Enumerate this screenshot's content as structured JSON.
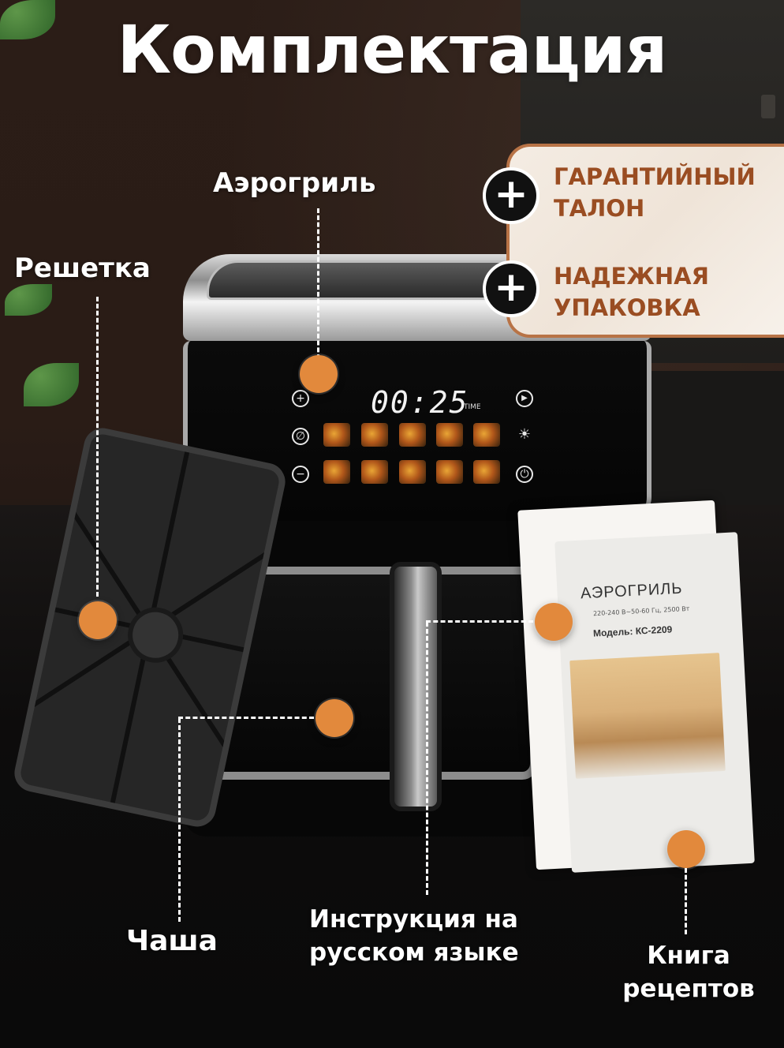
{
  "title": "Комплектация",
  "labels": {
    "aerogril": "Аэрогриль",
    "reshetka": "Решетка",
    "chasha": "Чаша",
    "instruction_line1": "Инструкция на",
    "instruction_line2": "русском языке",
    "kniga_line1": "Книга",
    "kniga_line2": "рецептов"
  },
  "extras": [
    {
      "line1": "ГАРАНТИЙНЫЙ",
      "line2": "ТАЛОН"
    },
    {
      "line1": "НАДЕЖНАЯ",
      "line2": "УПАКОВКА"
    }
  ],
  "device_display": {
    "time": "00:25",
    "time_unit": "TIME"
  },
  "booklet": {
    "title": "АЭРОГРИЛЬ",
    "spec": "220-240 В~50-60 Гц, 2500 Вт",
    "model": "Модель: КС-2209"
  },
  "colors": {
    "accent_orange": "#e2893c",
    "extra_text": "#9a4d22",
    "card_border": "#b87346"
  }
}
